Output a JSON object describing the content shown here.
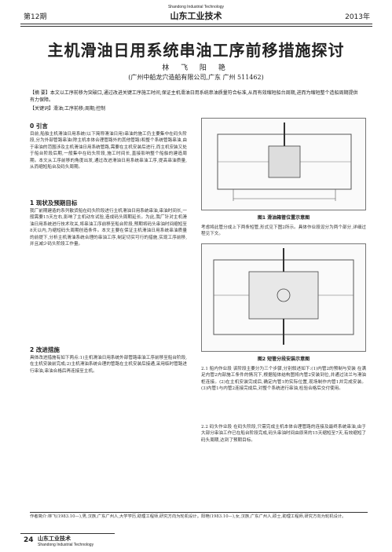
{
  "header": {
    "issue": "第12期",
    "journal_en": "Shandong Industrial Technology",
    "journal_cn": "山东工业技术",
    "year": "2013年"
  },
  "article": {
    "title": "主机滑油日用系统串油工序前移措施探讨",
    "authors": "林 飞 阳 艳",
    "affiliation": "(广州中船龙穴造船有限公司,广东 广州 511462)",
    "abstract": "【摘 要】本文以工序前移为突破口,通过改进关键工序施工时间,保证主机滑油日用系统串油质量符合标准,从而有效缩短船台周期,进而为缩短整个造船周期提供有力保障。",
    "keywords": "【关键词】滑油;工序前移;周期;控制"
  },
  "sections": {
    "s0": {
      "head": "0 引言",
      "body": "目前,船舶主机滑油日用系统(以下简称滑油日用)串油的施工仍主要集中在码头阶段,分为外部管路串油(除主机本体合理管路外的其他管路)和整个系统管路串油,由于串油的范围涉及主机滑油日用系统管路,需要在主机安装后进行,而主机安装又处于船台阶段后期,一般集中在码头阶段,施工时间长,直接影响整个船舶的建造周期。本文从工序前移的角度出发,通过改进滑油日用系统串油工序,提高串油质量,从而缩短船台及码头周期。"
    },
    "s1": {
      "head": "1 现状及预期目标",
      "body": "我厂前期建造的系列散货船在码头阶段进行主机滑油日用系统串油,串油时间长,一般需要15天左右,影响了主机动车试验,造成码头周期延长。为此,我厂针对主机滑油日用系统进行技术攻关,将串油工序前移至船台阶段,预期将码头串油时间缩短至8天以内,为缩短码头周期创造条件。本文主要在保证主机滑油日用系统串油质量的前提下,分析主机滑油系统合理的串油工序,制定切实可行的措施,实现工序前移,并且减少码头阶段工作量。"
    },
    "s2": {
      "head": "2 改进措施",
      "body": "具体改进措施有如下两点:1)主机滑油日用系统外部管路串油工序前移至船台阶段,在主机安装前完成;2)主机滑油系统合理的管路在主机安装后接通,采用临时管路进行串油,串油合格后再连接至主机。"
    },
    "r1": "考虑将此管分成上下两条短管,形式见下图2所示。具体作业段设分为两个部分,详细过程见下文。",
    "r2": "2.1 船内作业段 该阶段主要分为三个步骤,分别叙述如下:(1)内管2的预制与安装 在满足内管2内部施工条件的情况下,根据船体结构图将内管2安装到位,并通过法兰与滑油柜连接。(2)在主机安装完成后,确定内管1的实际位置,现场制作内管1并完成安装。(3)内管1与内管2连接完成后,对整个系统进行串油,检验合格后交付使用。",
    "r3": "2.2 码头作业段 在码头阶段,只需完成主机本体合理管路的连接及最终系统串油,由于大部分串油工作已在船台阶段完成,码头串油时间由原来的15天缩短至7天,有效缩短了码头周期,达到了预期目标。"
  },
  "figures": {
    "fig1": "图1 滑油箱管位置示意图",
    "fig2": "图2 短管分段安装示意图"
  },
  "footnote": "作者简介:林飞(1983.10—),男,汉族,广东广州人,大学学历,助理工程师,研究方向为轮机设计。阳艳(1983.10—),女,汉族,广东广州人,硕士,助理工程师,研究方向为轮机设计。",
  "footer": {
    "page": "24",
    "journal_cn": "山东工业技术",
    "journal_en": "Shandong Industrial Technology"
  }
}
